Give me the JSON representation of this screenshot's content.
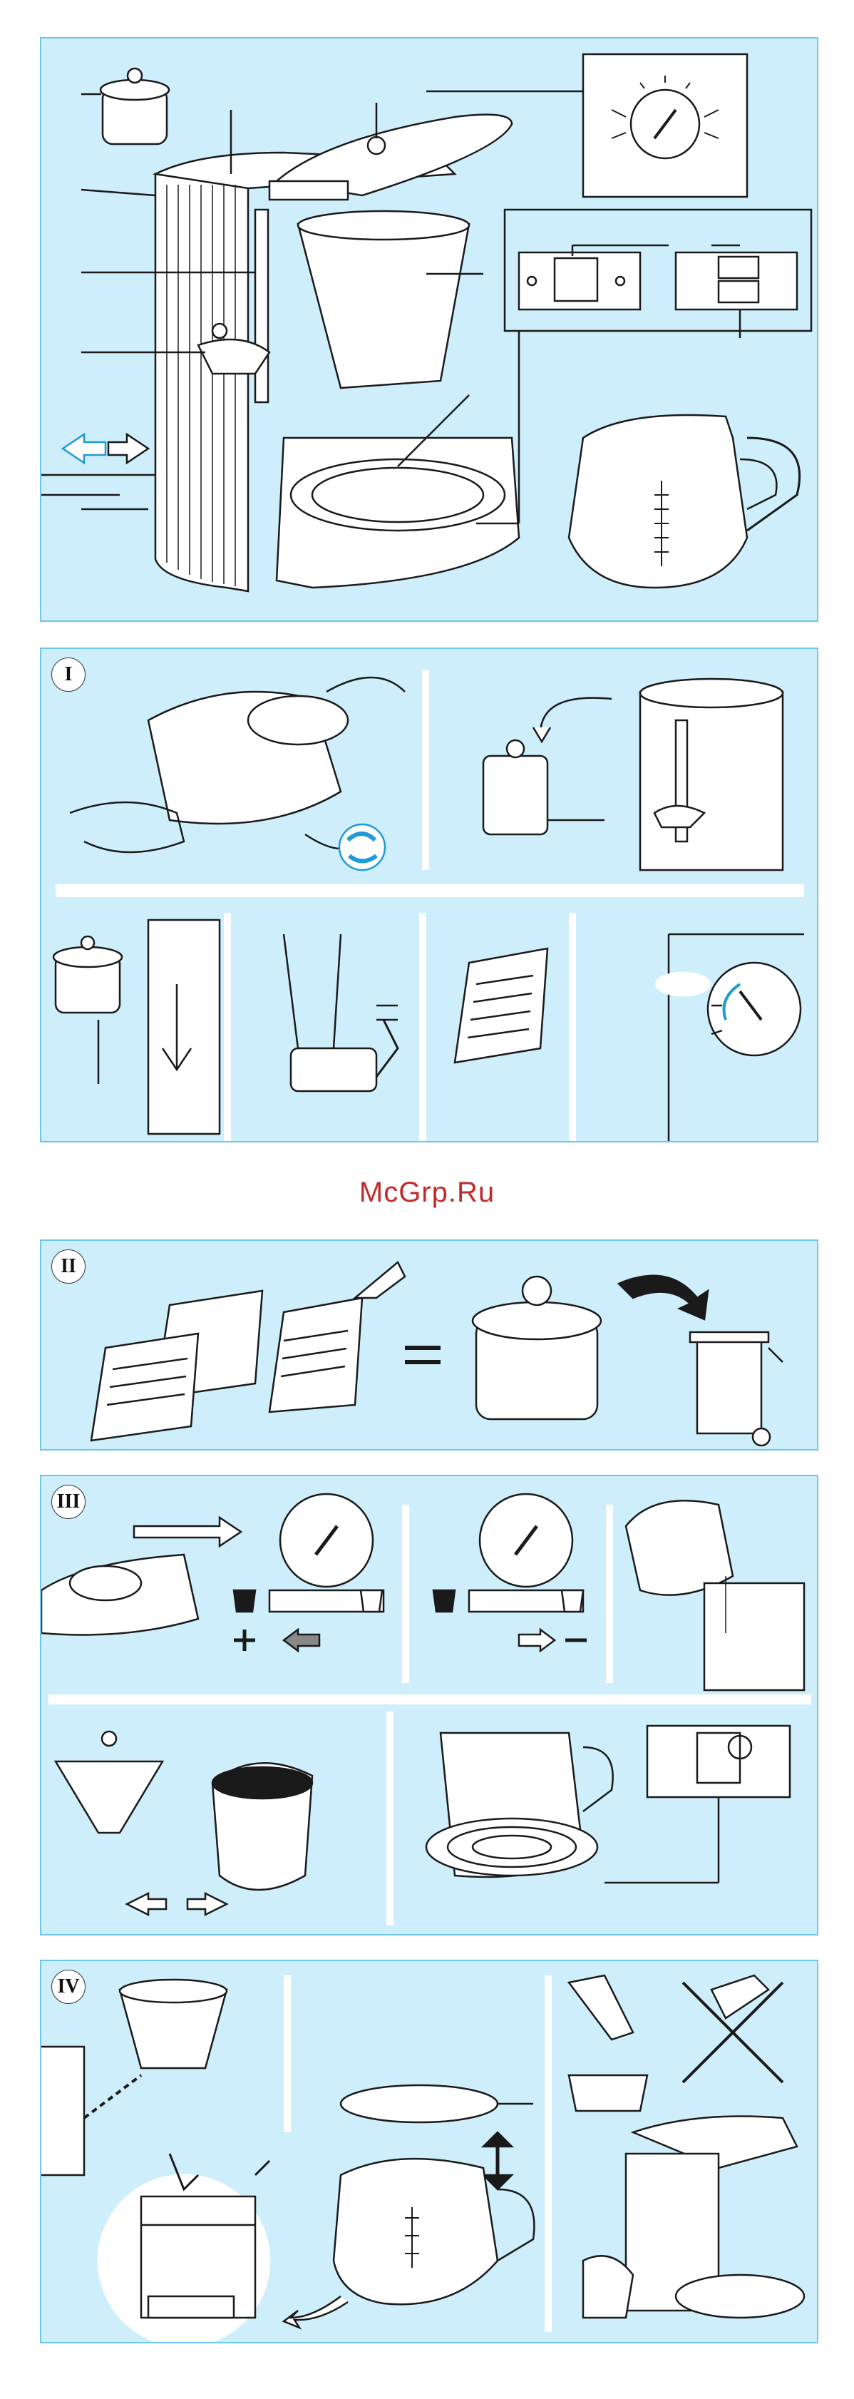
{
  "watermark": "McGrp.Ru",
  "sections": [
    {
      "numeral": ""
    },
    {
      "numeral": "I"
    },
    {
      "numeral": "II"
    },
    {
      "numeral": "III"
    },
    {
      "numeral": "IV"
    }
  ],
  "colors": {
    "panel": "#cdeefa",
    "border": "#6fc6e6",
    "line": "#1a1a1a",
    "accent": "#1e9ad6",
    "watermark": "#c22b2b"
  }
}
